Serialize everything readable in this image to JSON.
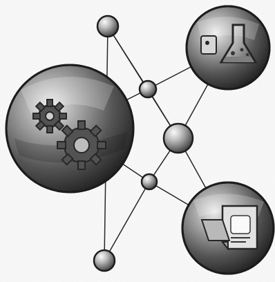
{
  "palette": {
    "paper": "#fbfbfb",
    "ink": "#161616",
    "dark": "#2a2a2a",
    "mid": "#7a7a7a",
    "light": "#d7d7d7"
  },
  "diagram": {
    "large_spheres": [
      {
        "name": "gears-sphere",
        "icon": "gears-icon"
      },
      {
        "name": "flask-sphere",
        "icon": "flask-icon"
      },
      {
        "name": "document-sphere",
        "icon": "document-icon"
      }
    ],
    "small_nodes": [
      {
        "name": "top-node"
      },
      {
        "name": "upper-middle-node"
      },
      {
        "name": "center-node"
      },
      {
        "name": "lower-middle-node"
      },
      {
        "name": "bottom-node"
      }
    ]
  }
}
